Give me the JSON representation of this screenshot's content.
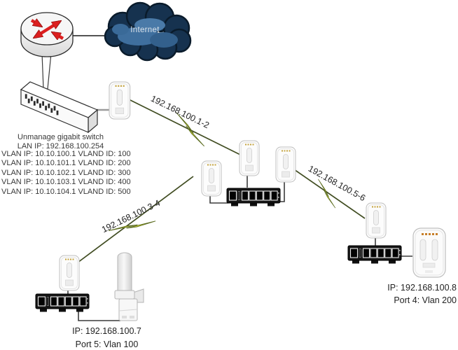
{
  "labels": {
    "internet": "Internet",
    "switch_name": "Unmanage gigabit switch",
    "switch_lan_ip": "LAN IP: 192.168.100.254",
    "vlans": [
      "VLAN IP: 10.10.100.1 VLAND ID: 100",
      "VLAN IP: 10.10.101.1 VLAND ID: 200",
      "VLAN IP: 10.10.102.1 VLAND ID: 300",
      "VLAN IP: 10.10.103.1 VLAND ID: 400",
      "VLAN IP: 10.10.104.1 VLAND ID: 500"
    ],
    "link1": "192.168.100.1-2",
    "link2": "192.168.100.5-6",
    "link3": "192.168.100.3-4",
    "site1_ip": "IP: 192.168.100.7",
    "site1_port": "Port 5: Vlan 100",
    "site2_ip": "IP: 192.168.100.8",
    "site2_port": "Port 4: Vlan 200"
  },
  "icons": {
    "router": "router-icon",
    "internet_cloud": "internet-cloud-icon",
    "core_switch": "core-switch-icon",
    "wireless_ap": "wireless-ap-icon",
    "desktop_switch": "desktop-switch-icon",
    "omni_antenna": "omni-antenna-icon",
    "cpe": "cpe-icon",
    "wireless_link": "lightning-bolt-icon"
  },
  "colors": {
    "bolt_yellow": "#f1ee33",
    "bolt_edge": "#5a6b1e",
    "link_line": "#414d22",
    "arrow_red": "#dc1f1f",
    "cloud_dark": "#16324f",
    "cloud_mid": "#3f6f9e",
    "text": "#2d2d2d"
  }
}
